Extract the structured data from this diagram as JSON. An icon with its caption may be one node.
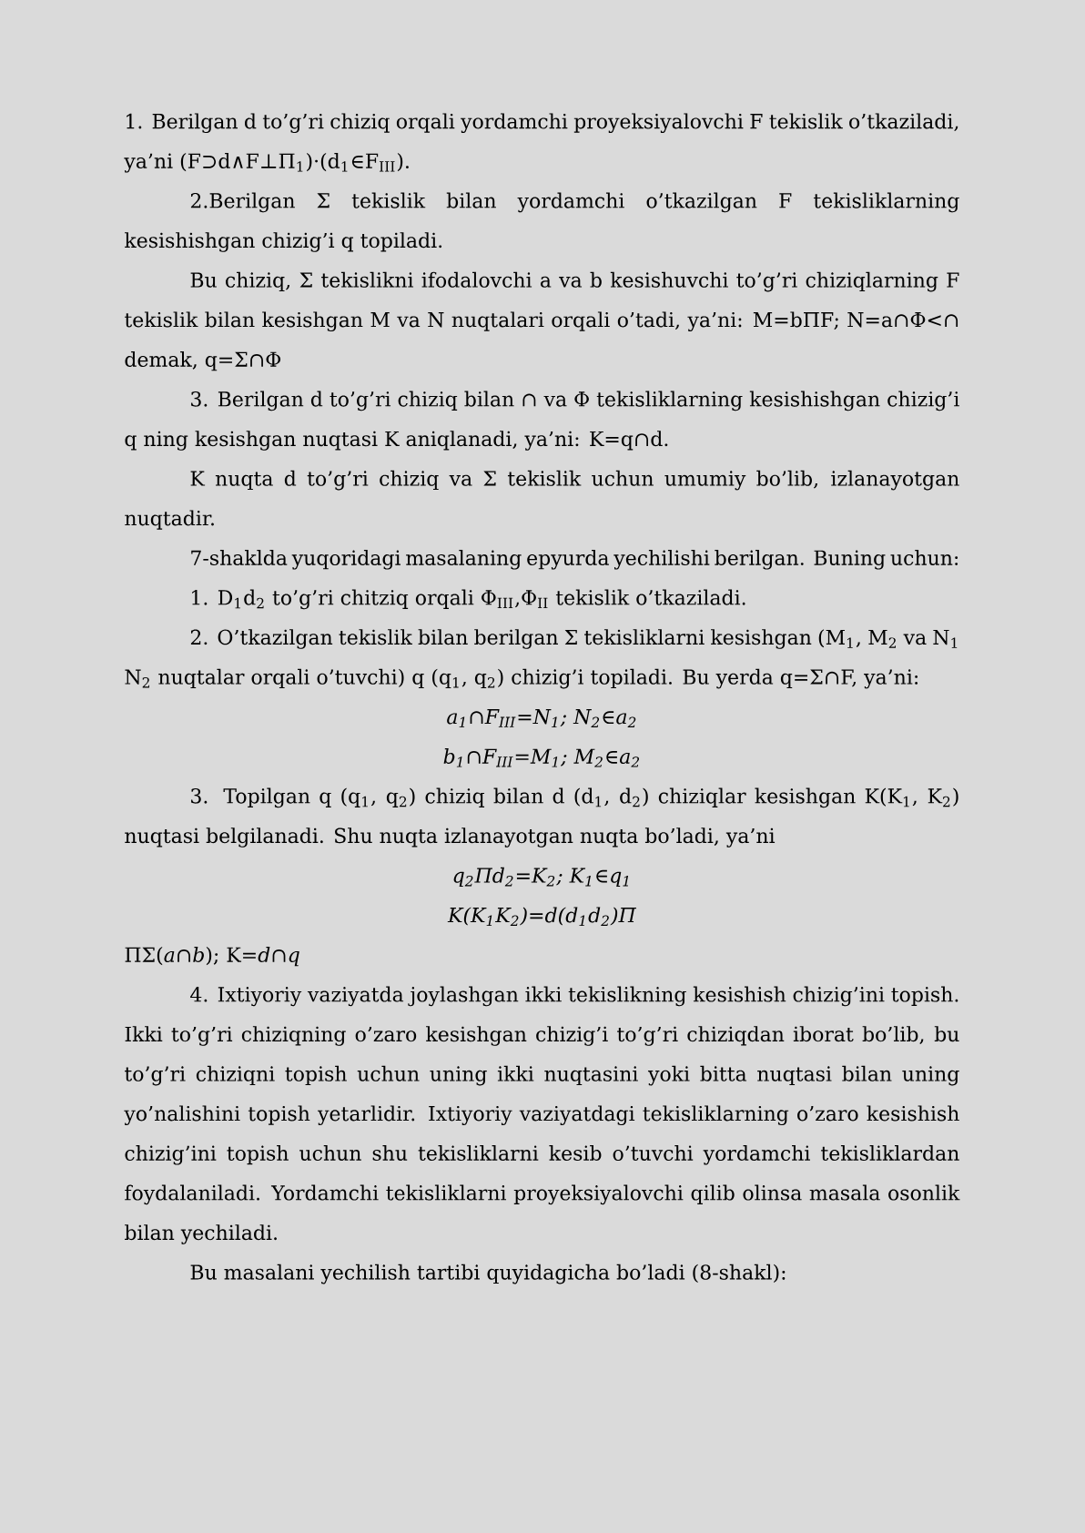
{
  "diagram": {
    "labels": [
      "1. Berilgan d to’g’ri chiziq orqali yordamchi proyeksiyalovchi F tekislik o’tkaziladi, ya’ni (F⊃d∧F⊥Π$_{1}$)·(d$_{1}$∈F$_{III}$).",
      "2.Berilgan Σ tekislik bilan yordamchi o’tkazilgan F tekisliklarning kesishishgan chizig’i q topiladi.",
      "Bu chiziq, Σ tekislikni ifodalovchi a va b kesishuvchi to’g’ri chiziqlarning F tekislik bilan kesishgan M va N nuqtalari orqali o’tadi, ya’ni: M=bΠF; N=a∩Φ<∩ demak, q=Σ∩Φ",
      "3. Berilgan d to’g’ri chiziq bilan ∩ va Φ tekisliklarning kesishishgan chizig’i q ning kesishgan nuqtasi K aniqlanadi, ya’ni: K=q∩d.",
      "K nuqta d to’g’ri chiziq va Σ tekislik uchun umumiy bo’lib, izlanayotgan nuqtadir.",
      "7-shaklda yuqoridagi masalaning epyurda yechilishi berilgan. Buning uchun:",
      "1. D$_{1}$d$_{2}$ to’g’ri chitziq orqali Φ$_{III}$,Φ$_{II}$ tekislik o’tkaziladi.",
      "2. O’tkazilgan tekislik bilan berilgan Σ tekisliklarni kesishgan (M$_{1}$, M$_{2}$ va N$_{1}$ N$_{2}$ nuqtalar orqali o’tuvchi) q (q$_{1}$, q$_{2}$) chizig’i topiladi. Bu yerda q=Σ∩F, ya’ni:",
      "a$_{1}$∩F$_{III}$=N$_{1}$; N$_{2}$∈a$_{2}$",
      "b$_{1}$∩F$_{III}$=M$_{1}$; M$_{2}$∈a$_{2}$",
      "3. Topilgan q (q$_{1}$, q$_{2}$) chiziq bilan d (d$_{1}$, d$_{2}$) chiziqlar kesishgan K(K$_{1}$, K$_{2}$) nuqtasi belgilanadi. Shu nuqta izlanayotgan nuqta bo’ladi, ya’ni",
      "q$_{2}$Πd$_{2}$=K$_{2}$; K$_{1}$∈q$_{1}$",
      "K(K$_{1}$K$_{2}$)=d(d$_{1}$d$_{2}$)Π",
      "ΠΣ(*a*∩*b*); K=*d*∩*q*",
      "4. Ixtiyoriy vaziyatda joylashgan ikki tekislikning kesishish chizig’ini topish. Ikki to’g’ri chiziqning o’zaro kesishgan chizig’i to’g’ri chiziqdan iborat bo’lib, bu to’g’ri chiziqni topish uchun uning ikki nuqtasini yoki bitta nuqtasi bilan uning yo’nalishini topish yetarlidir. Ixtiyoriy vaziyatdagi tekisliklarning o’zaro kesishish chizig’ini topish uchun shu tekisliklarni kesib o’tuvchi yordamchi tekisliklardan foydalaniladi. Yordamchi tekisliklarni proyeksiyalovchi qilib olinsa masala osonlik bilan yechiladi.",
      "Bu masalani yechilish tartibi quyidagicha bo’ladi (8-shakl):"
    ]
  }
}
